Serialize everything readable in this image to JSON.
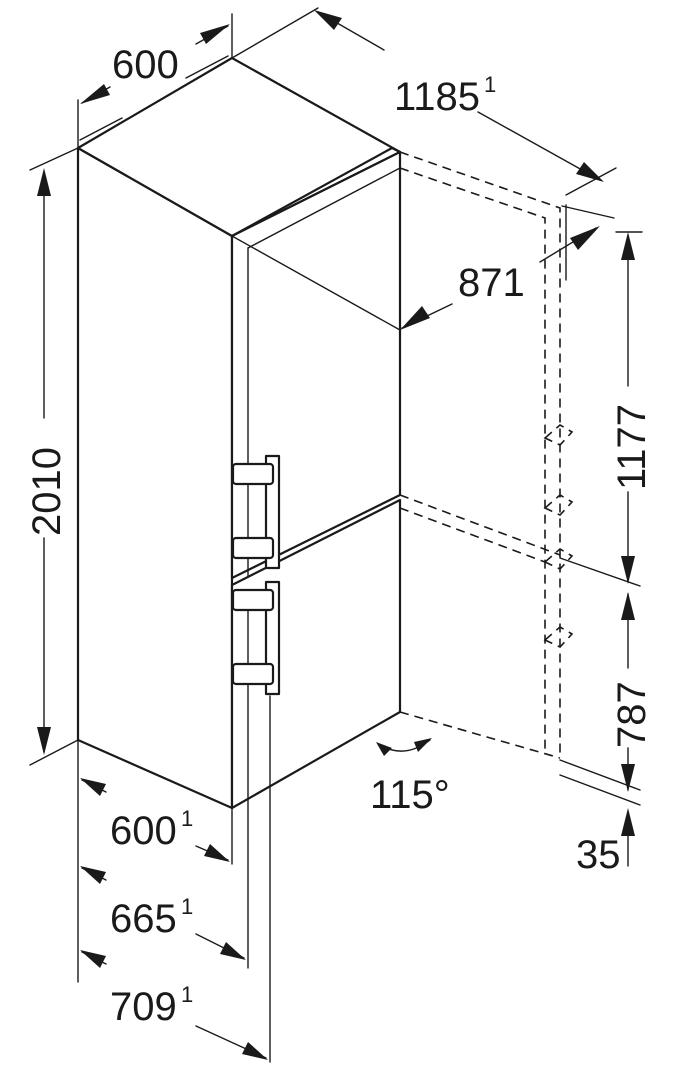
{
  "dimensions": {
    "top_width": {
      "value": "600",
      "sup": ""
    },
    "overall_depth_open": {
      "value": "1185",
      "sup": "1"
    },
    "door_width": {
      "value": "871",
      "sup": ""
    },
    "height": {
      "value": "2010",
      "sup": ""
    },
    "upper_compartment": {
      "value": "1177",
      "sup": ""
    },
    "lower_compartment": {
      "value": "787",
      "sup": ""
    },
    "plinth": {
      "value": "35",
      "sup": ""
    },
    "door_angle": {
      "value": "115°",
      "sup": ""
    },
    "depth_body": {
      "value": "600",
      "sup": "1"
    },
    "depth_with_door": {
      "value": "665",
      "sup": "1"
    },
    "depth_with_handle": {
      "value": "709",
      "sup": "1"
    }
  }
}
